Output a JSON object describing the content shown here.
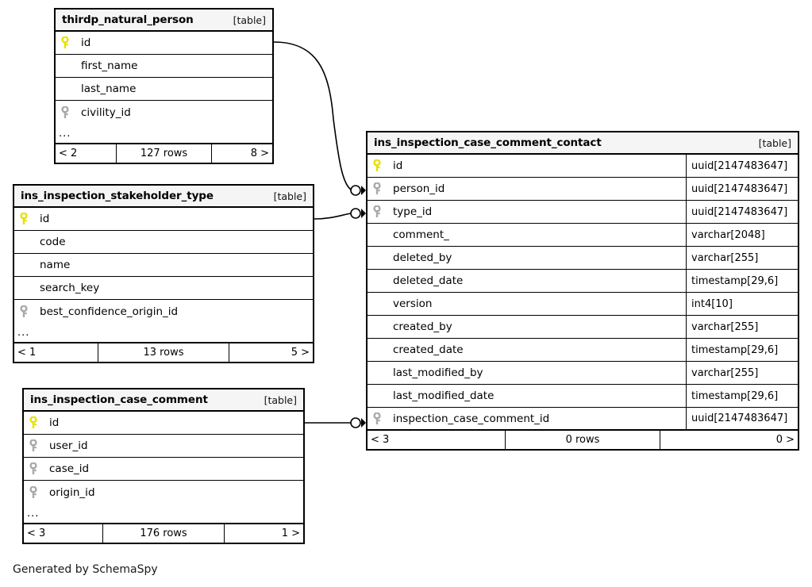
{
  "diagram": {
    "generator_text": "Generated by SchemaSpy",
    "table_kind_label": "[table]",
    "ellipsis": "...",
    "colors": {
      "primary_key": "#e8e000",
      "foreign_key": "#a9a9a9",
      "border": "#000000",
      "header_bg": "#f5f5f5",
      "background": "#ffffff"
    }
  },
  "tables": [
    {
      "id": "thirdp_natural_person",
      "name": "thirdp_natural_person",
      "kind": "[table]",
      "columns": [
        {
          "name": "id",
          "key": "primary",
          "type": ""
        },
        {
          "name": "first_name",
          "key": "none",
          "type": ""
        },
        {
          "name": "last_name",
          "key": "none",
          "type": ""
        },
        {
          "name": "civility_id",
          "key": "foreign",
          "type": ""
        }
      ],
      "has_more": true,
      "footer": {
        "left": "< 2",
        "middle": "127 rows",
        "right": "8 >"
      }
    },
    {
      "id": "ins_inspection_stakeholder_type",
      "name": "ins_inspection_stakeholder_type",
      "kind": "[table]",
      "columns": [
        {
          "name": "id",
          "key": "primary",
          "type": ""
        },
        {
          "name": "code",
          "key": "none",
          "type": ""
        },
        {
          "name": "name",
          "key": "none",
          "type": ""
        },
        {
          "name": "search_key",
          "key": "none",
          "type": ""
        },
        {
          "name": "best_confidence_origin_id",
          "key": "foreign",
          "type": ""
        }
      ],
      "has_more": true,
      "footer": {
        "left": "< 1",
        "middle": "13 rows",
        "right": "5 >"
      }
    },
    {
      "id": "ins_inspection_case_comment",
      "name": "ins_inspection_case_comment",
      "kind": "[table]",
      "columns": [
        {
          "name": "id",
          "key": "primary",
          "type": ""
        },
        {
          "name": "user_id",
          "key": "foreign",
          "type": ""
        },
        {
          "name": "case_id",
          "key": "foreign",
          "type": ""
        },
        {
          "name": "origin_id",
          "key": "foreign",
          "type": ""
        }
      ],
      "has_more": true,
      "footer": {
        "left": "< 3",
        "middle": "176 rows",
        "right": "1 >"
      }
    },
    {
      "id": "ins_inspection_case_comment_contact",
      "name": "ins_inspection_case_comment_contact",
      "kind": "[table]",
      "columns": [
        {
          "name": "id",
          "key": "primary",
          "type": "uuid[2147483647]"
        },
        {
          "name": "person_id",
          "key": "foreign",
          "type": "uuid[2147483647]"
        },
        {
          "name": "type_id",
          "key": "foreign",
          "type": "uuid[2147483647]"
        },
        {
          "name": "comment_",
          "key": "none",
          "type": "varchar[2048]"
        },
        {
          "name": "deleted_by",
          "key": "none",
          "type": "varchar[255]"
        },
        {
          "name": "deleted_date",
          "key": "none",
          "type": "timestamp[29,6]"
        },
        {
          "name": "version",
          "key": "none",
          "type": "int4[10]"
        },
        {
          "name": "created_by",
          "key": "none",
          "type": "varchar[255]"
        },
        {
          "name": "created_date",
          "key": "none",
          "type": "timestamp[29,6]"
        },
        {
          "name": "last_modified_by",
          "key": "none",
          "type": "varchar[255]"
        },
        {
          "name": "last_modified_date",
          "key": "none",
          "type": "timestamp[29,6]"
        },
        {
          "name": "inspection_case_comment_id",
          "key": "foreign",
          "type": "uuid[2147483647]"
        }
      ],
      "has_more": false,
      "footer": {
        "left": "< 3",
        "middle": "0 rows",
        "right": "0 >"
      }
    }
  ],
  "relationships": [
    {
      "from": "thirdp_natural_person.id",
      "to": "ins_inspection_case_comment_contact.person_id"
    },
    {
      "from": "ins_inspection_stakeholder_type.id",
      "to": "ins_inspection_case_comment_contact.type_id"
    },
    {
      "from": "ins_inspection_case_comment.id",
      "to": "ins_inspection_case_comment_contact.inspection_case_comment_id"
    }
  ]
}
